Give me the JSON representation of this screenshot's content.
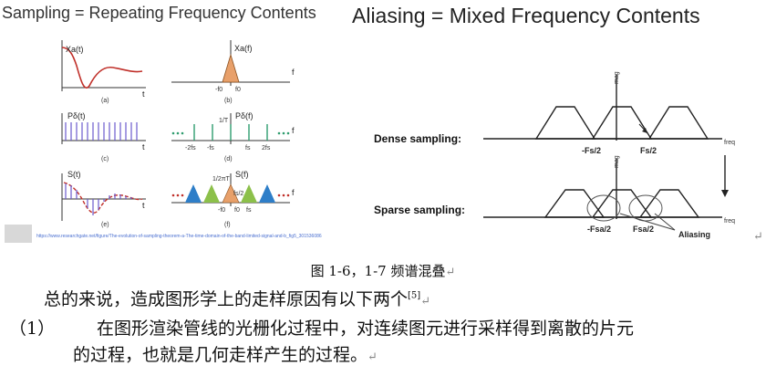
{
  "header": {
    "left_title": "Sampling = Repeating Frequency Contents",
    "right_title": "Aliasing = Mixed Frequency Contents"
  },
  "left_figure": {
    "panels": [
      {
        "id": "a",
        "label": "(a)",
        "func": "Xa(t)",
        "axis": "t"
      },
      {
        "id": "b",
        "label": "(b)",
        "func": "Xa(f)",
        "axis": "f",
        "ticks": [
          "-f0",
          "f0"
        ]
      },
      {
        "id": "c",
        "label": "(c)",
        "func": "Pδ(t)",
        "axis": "t"
      },
      {
        "id": "d",
        "label": "(d)",
        "func": "Pδ(f)",
        "axis": "f",
        "amp": "1/T",
        "ticks": [
          "-2fs",
          "-fs",
          "fs",
          "2fs"
        ]
      },
      {
        "id": "e",
        "label": "(e)",
        "func": "S(t)",
        "axis": "t"
      },
      {
        "id": "f",
        "label": "(f)",
        "func": "S(f)",
        "axis": "f",
        "amp": "1/2πT",
        "mid": "fs/2",
        "ticks": [
          "-f0",
          "f0",
          "fs"
        ]
      }
    ],
    "source_url": "https://www.researchgate.net/figure/The-evolution-of-sampling-theorem-a-The-time-domain-of-the-band-limited-signal-and-b_fig5_301536086"
  },
  "right_figure": {
    "dense_label": "Dense sampling:",
    "sparse_label": "Sparse sampling:",
    "dense_ticks": [
      "-Fs/2",
      "Fs/2"
    ],
    "sparse_ticks": [
      "-Fsa/2",
      "Fsa/2"
    ],
    "aliasing_label": "Aliasing",
    "y_axis": "mag",
    "x_axis": "freq"
  },
  "document": {
    "caption": "图 1-6，1-7 频谱混叠",
    "para1": "总的来说，造成图形学上的走样原因有以下两个",
    "para1_ref": "[5]",
    "item_num": "（1）",
    "item_line1": "在图形渲染管线的光栅化过程中，对连续图元进行采样得到离散的片元",
    "item_line2": "的过程，也就是几何走样产生的过程。",
    "return_mark": "↵"
  }
}
